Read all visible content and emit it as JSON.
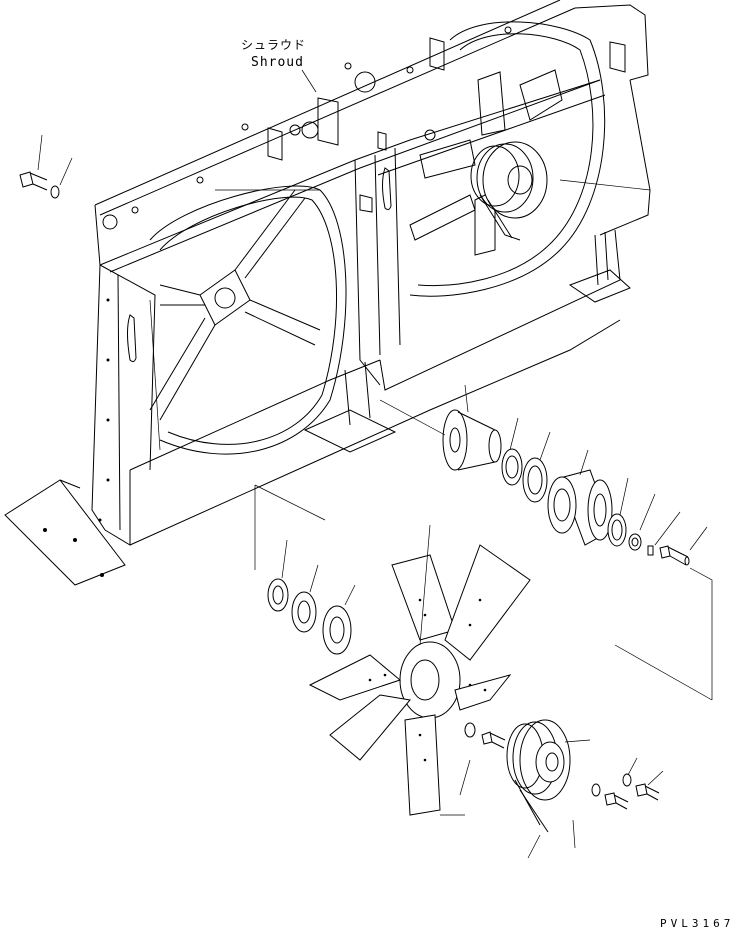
{
  "diagram": {
    "shroud_label_jp": "シュラウド",
    "shroud_label_en": "Shroud",
    "drawing_code": "PVL3167"
  }
}
